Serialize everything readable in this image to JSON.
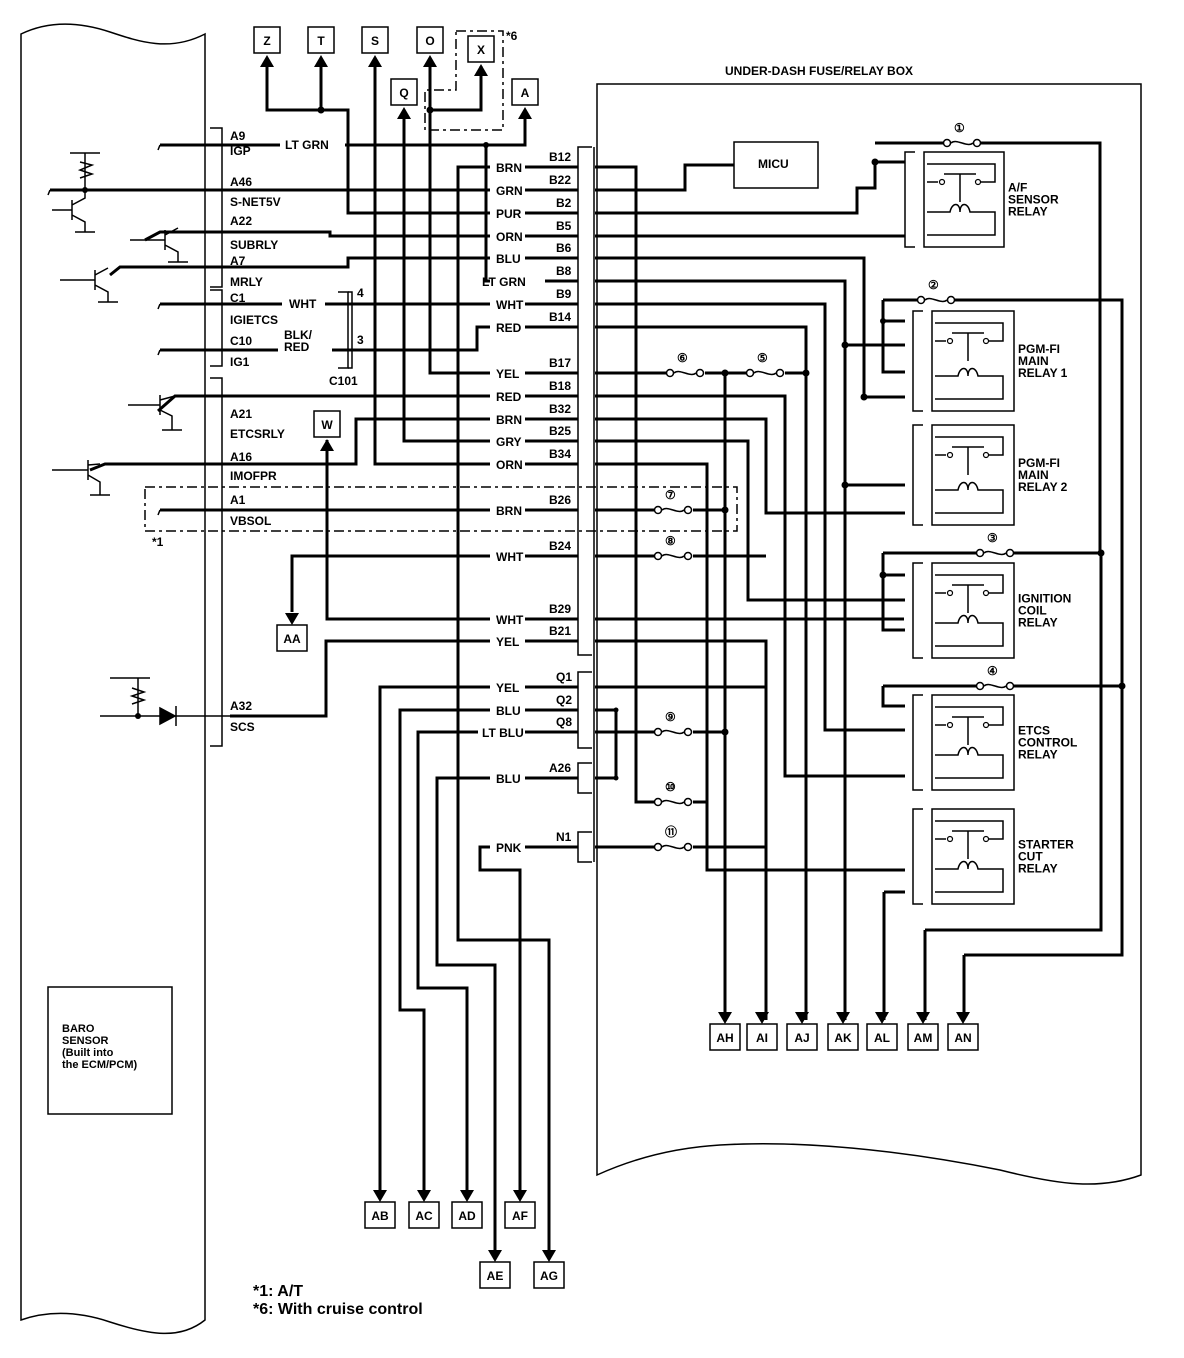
{
  "ecm": {
    "pins": [
      {
        "pin": "A9",
        "signal": "IGP",
        "wire": "LT GRN"
      },
      {
        "pin": "A46",
        "signal": "S-NET5V"
      },
      {
        "pin": "A22",
        "signal": "SUBRLY"
      },
      {
        "pin": "A7",
        "signal": "MRLY"
      },
      {
        "pin": "C1",
        "signal": "IGIETCS",
        "wire": "WHT"
      },
      {
        "pin": "C10",
        "signal": "IG1",
        "wire": "BLK/ RED"
      },
      {
        "pin": "A21",
        "signal": "ETCSRLY"
      },
      {
        "pin": "A16",
        "signal": "IMOFPR"
      },
      {
        "pin": "A1",
        "signal": "VBSOL"
      },
      {
        "pin": "A32",
        "signal": "SCS"
      }
    ],
    "baro_sensor": [
      "BARO",
      "SENSOR",
      "(Built into",
      "the ECM/PCM)"
    ],
    "at_note_marker": "*1"
  },
  "connector_c101": {
    "name": "C101",
    "pin4": "4",
    "pin3": "3"
  },
  "top_refs": [
    "Z",
    "T",
    "S",
    "O",
    "X",
    "Q",
    "A"
  ],
  "cruise_marker": "*6",
  "mid_refs": [
    "W",
    "AA"
  ],
  "fuse_box": {
    "title": "UNDER-DASH FUSE/RELAY BOX",
    "micu": "MICU",
    "terminals": [
      {
        "pin": "B12",
        "wire": "BRN"
      },
      {
        "pin": "B22",
        "wire": "GRN"
      },
      {
        "pin": "B2",
        "wire": "PUR"
      },
      {
        "pin": "B5",
        "wire": "ORN"
      },
      {
        "pin": "B6",
        "wire": "BLU"
      },
      {
        "pin": "B8",
        "wire": "LT GRN"
      },
      {
        "pin": "B9",
        "wire": "WHT"
      },
      {
        "pin": "B14",
        "wire": "RED"
      },
      {
        "pin": "B17",
        "wire": "YEL"
      },
      {
        "pin": "B18",
        "wire": "RED"
      },
      {
        "pin": "B32",
        "wire": "BRN"
      },
      {
        "pin": "B25",
        "wire": "GRY"
      },
      {
        "pin": "B34",
        "wire": "ORN"
      },
      {
        "pin": "B26",
        "wire": "BRN"
      },
      {
        "pin": "B24",
        "wire": "WHT"
      },
      {
        "pin": "B29",
        "wire": "WHT"
      },
      {
        "pin": "B21",
        "wire": "YEL"
      },
      {
        "pin": "Q1",
        "wire": "YEL"
      },
      {
        "pin": "Q2",
        "wire": "BLU"
      },
      {
        "pin": "Q8",
        "wire": "LT BLU"
      },
      {
        "pin": "A26",
        "wire": "BLU"
      },
      {
        "pin": "N1",
        "wire": "PNK"
      }
    ],
    "fuses": [
      "①",
      "②",
      "③",
      "④",
      "⑤",
      "⑥",
      "⑦",
      "⑧",
      "⑨",
      "⑩",
      "⑪"
    ],
    "relays": [
      {
        "name": [
          "A/F",
          "SENSOR",
          "RELAY"
        ]
      },
      {
        "name": [
          "PGM-FI",
          "MAIN",
          "RELAY 1"
        ]
      },
      {
        "name": [
          "PGM-FI",
          "MAIN",
          "RELAY 2"
        ]
      },
      {
        "name": [
          "IGNITION",
          "COIL",
          "RELAY"
        ]
      },
      {
        "name": [
          "ETCS",
          "CONTROL",
          "RELAY"
        ]
      },
      {
        "name": [
          "STARTER",
          "CUT",
          "RELAY"
        ]
      }
    ]
  },
  "bottom_refs_right": [
    "AH",
    "AI",
    "AJ",
    "AK",
    "AL",
    "AM",
    "AN"
  ],
  "bottom_refs_left": [
    "AB",
    "AC",
    "AD",
    "AF",
    "AE",
    "AG"
  ],
  "notes": [
    "*1: A/T",
    "*6: With cruise control"
  ]
}
